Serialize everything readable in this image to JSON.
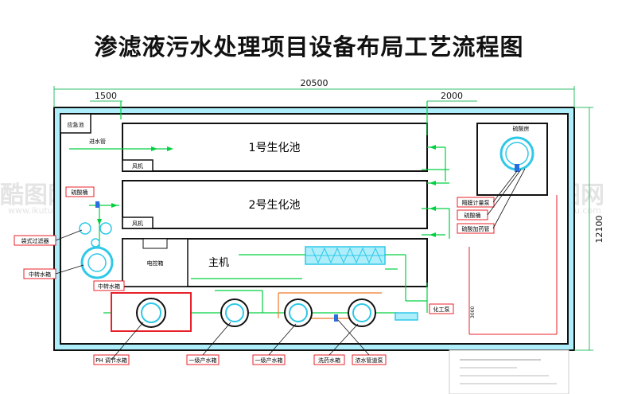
{
  "title": "渗滤液污水处理项目设备布局工艺流程图",
  "dimensions": {
    "total_width": "20500",
    "left_span": "1500",
    "right_span": "2000",
    "height": "12100",
    "pipe_len": "3000"
  },
  "tanks": {
    "bio1": "1号生化池",
    "bio2": "2号生化池",
    "host": "主机"
  },
  "rooms": {
    "emergency_pool": "应急池",
    "fan1": "风机",
    "fan2": "风机",
    "control_box": "电控箱",
    "acid_room": "硫酸房",
    "inlet_pipe": "进水管"
  },
  "labels": {
    "acid_drum_left": "硫酸桶",
    "bag_filter": "袋式过滤器",
    "transfer_tank_left": "中转水箱",
    "transfer_tank": "中转水箱",
    "ph_tank": "PH 调节水箱",
    "primary_tank_1": "一级产水箱",
    "primary_tank_2": "一级产水箱",
    "cleaning_tank": "洗药水箱",
    "concentrate_pump": "浓水管道泵",
    "chemical_pump": "化工泵",
    "metering_pump": "隔膜计量泵",
    "acid_drum": "硫酸桶",
    "acid_dosing_pipe": "硫酸加药管"
  },
  "watermark": {
    "brand": "酷图网",
    "url": "www.ikutu.com"
  },
  "colors": {
    "green": "#00d040",
    "red": "#e8202a",
    "cyan": "#2ec8e8",
    "light_cyan": "#aeeefa",
    "blue": "#2a6de0",
    "orange": "#f07828"
  }
}
